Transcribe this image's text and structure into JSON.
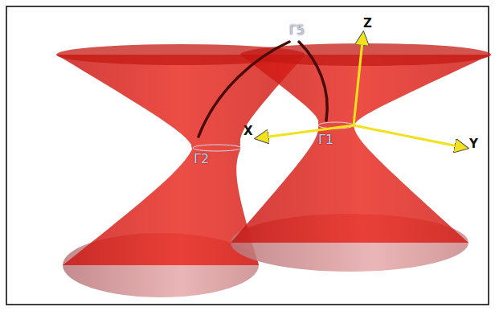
{
  "diagram": {
    "labels": [
      "Z",
      "X",
      "Y",
      "Γ5",
      "Γ2",
      "Γ1"
    ]
  }
}
